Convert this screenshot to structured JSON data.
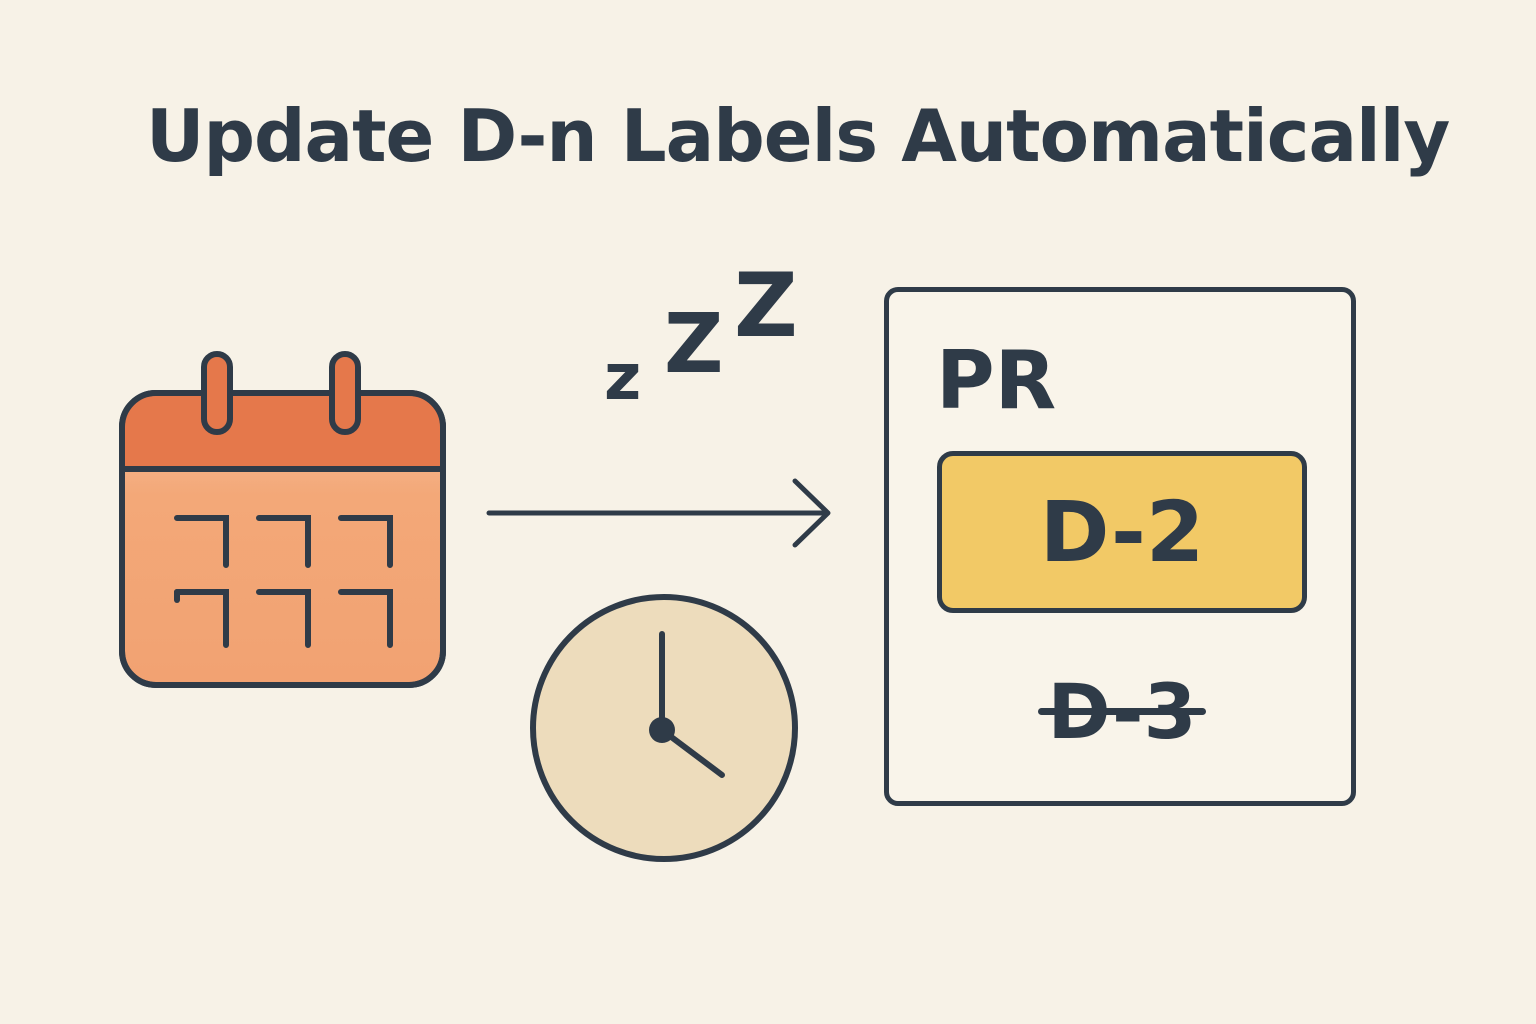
{
  "title": "Update D-n Labels Automatically",
  "sleep": [
    "z",
    "Z",
    "Z"
  ],
  "pr_card": {
    "heading": "PR",
    "current_label": "D-2",
    "previous_label": "D-3"
  },
  "icons": {
    "calendar": "calendar-icon",
    "clock": "clock-icon",
    "arrow": "arrow-right-icon",
    "sleep": "zzz-icon"
  },
  "colors": {
    "background": "#f7f2e7",
    "ink": "#2f3b48",
    "calendar_header": "#e5784b",
    "calendar_body": "#f3a878",
    "clock_face": "#eddcbc",
    "label_fill": "#f2c966"
  }
}
